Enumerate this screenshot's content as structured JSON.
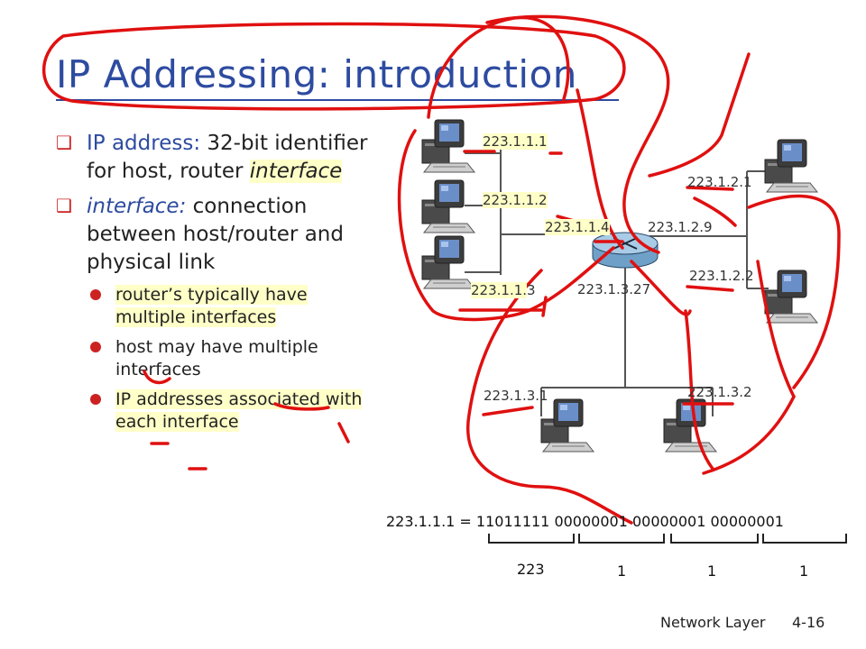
{
  "slide": {
    "title": "IP Addressing: introduction",
    "bullets": [
      {
        "lead": "IP address:",
        "text": " 32-bit identifier for host, router ",
        "emph": "interface"
      },
      {
        "lead": "interface:",
        "text": " connection between host/router and physical link"
      }
    ],
    "subbullets": [
      "router’s typically have multiple interfaces",
      "host may have multiple interfaces",
      "IP addresses associated with each interface"
    ]
  },
  "diagram": {
    "labels": {
      "h111": "223.1.1.1",
      "h112": "223.1.1.2",
      "h113a": "223.1.1.",
      "h113b": "3",
      "r114": "223.1.1.4",
      "r129": "223.1.2.9",
      "r1327": "223.1.3.27",
      "h121": "223.1.2.1",
      "h122": "223.1.2.2",
      "h131": "223.1.3.1",
      "h132": "223.1.3.2"
    },
    "binary": {
      "expression": "223.1.1.1 = 11011111 00000001 00000001 00000001",
      "groups": [
        "223",
        "1",
        "1",
        "1"
      ]
    }
  },
  "footer": {
    "section": "Network Layer",
    "page": "4-16"
  },
  "colors": {
    "title": "#2d4ba0",
    "bullet_marker": "#cc2222",
    "ink": "#e01010",
    "highlight": "#ffffc8"
  }
}
